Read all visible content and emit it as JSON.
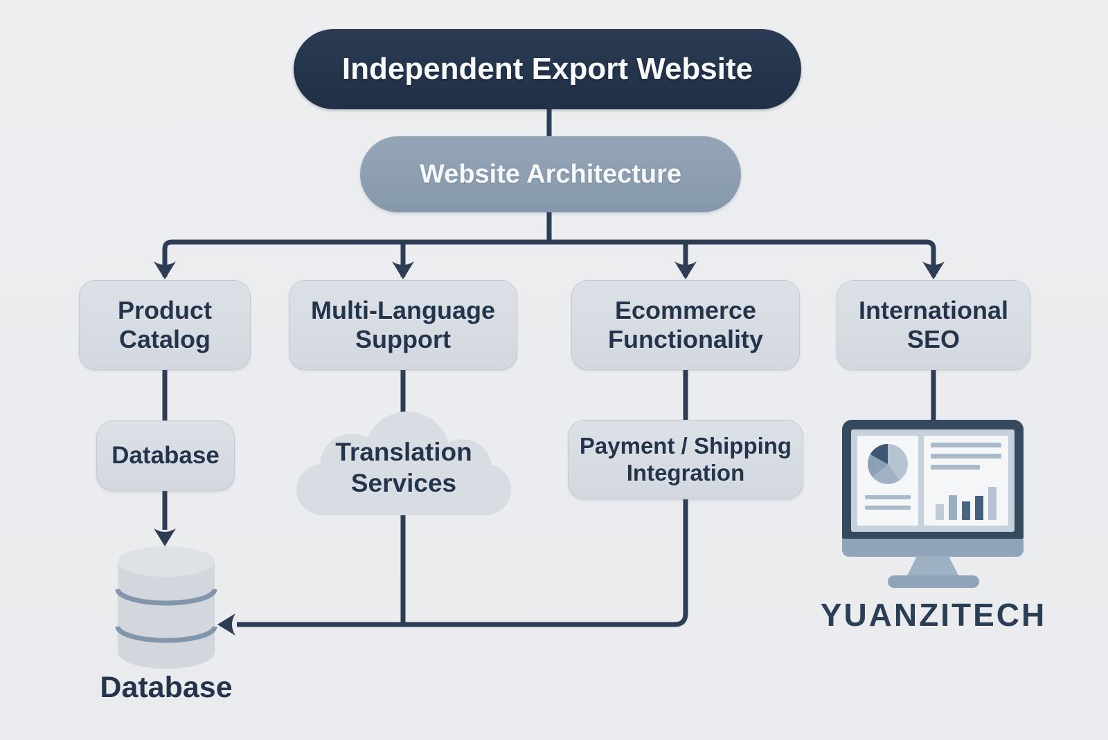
{
  "diagram": {
    "title": "Independent Export Website architecture flowchart",
    "nodes": {
      "root": {
        "label": "Independent Export Website"
      },
      "architecture": {
        "label": "Website Architecture"
      },
      "product_catalog": {
        "lines": [
          "Product",
          "Catalog"
        ]
      },
      "multi_language": {
        "lines": [
          "Multi-Language",
          "Support"
        ]
      },
      "ecommerce": {
        "lines": [
          "Ecommerce",
          "Functionality"
        ]
      },
      "international_seo": {
        "lines": [
          "International",
          "SEO"
        ]
      },
      "database_box": {
        "label": "Database"
      },
      "translation_cloud": {
        "lines": [
          "Translation",
          "Services"
        ]
      },
      "payment_shipping": {
        "lines": [
          "Payment / Shipping",
          "Integration"
        ]
      },
      "database_icon_label": {
        "label": "Database"
      },
      "brand": {
        "label": "YUANZITECH"
      }
    },
    "edges": [
      {
        "from": "root",
        "to": "architecture"
      },
      {
        "from": "architecture",
        "to": "product_catalog",
        "arrow": true
      },
      {
        "from": "architecture",
        "to": "multi_language",
        "arrow": true
      },
      {
        "from": "architecture",
        "to": "ecommerce",
        "arrow": true
      },
      {
        "from": "architecture",
        "to": "international_seo",
        "arrow": true
      },
      {
        "from": "product_catalog",
        "to": "database_box"
      },
      {
        "from": "database_box",
        "to": "database_cylinder",
        "arrow": true
      },
      {
        "from": "multi_language",
        "to": "translation_cloud"
      },
      {
        "from": "translation_cloud",
        "to": "database_cylinder"
      },
      {
        "from": "ecommerce",
        "to": "payment_shipping"
      },
      {
        "from": "payment_shipping",
        "to": "database_cylinder",
        "arrow": true
      },
      {
        "from": "international_seo",
        "to": "seo_monitor"
      }
    ],
    "icons": {
      "database_cylinder": "database-cylinder-icon",
      "translation_cloud": "cloud-icon",
      "seo_monitor": "analytics-monitor-icon",
      "pie": "pie-chart-icon",
      "bars": "bar-chart-icon"
    },
    "colors": {
      "background": "#ECEDEF",
      "primary_dark": "#24344B",
      "secondary_blue_gray": "#8C9EB0",
      "node_fill": "#D8DDE4",
      "connector": "#2C3D54",
      "white_text": "#F8FAFC",
      "monitor_frame": "#35495F",
      "monitor_stand": "#8FA4B9"
    }
  }
}
